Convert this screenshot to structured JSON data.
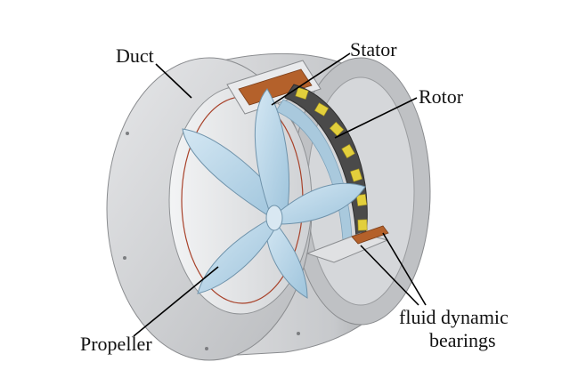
{
  "labels": {
    "duct": "Duct",
    "stator": "Stator",
    "rotor": "Rotor",
    "bearings_line1": "fluid dynamic",
    "bearings_line2": "bearings",
    "propeller": "Propeller"
  },
  "colors": {
    "duct": "#c4c6c9",
    "rotor_dark": "#4a4a4a",
    "rotor_magnet": "#e2cf3c",
    "stator_copper": "#b4612b",
    "propeller": "#b8d6e8",
    "leader": "#000000"
  }
}
